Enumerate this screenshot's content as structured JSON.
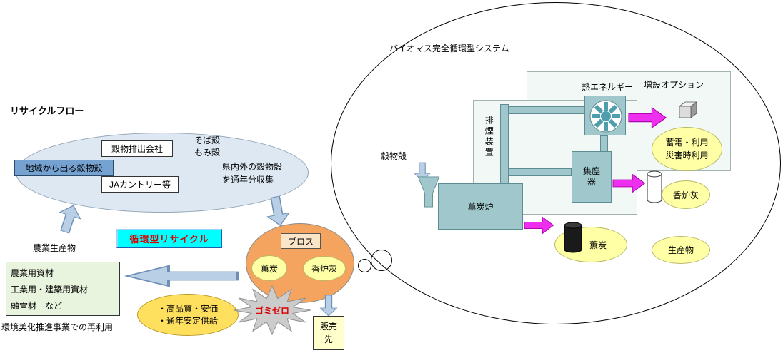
{
  "colors": {
    "flow_arrow_blue": "#b9cfe6",
    "energy_arrow_magenta": "#ee30ee",
    "machine_teal": "#a0c8cc",
    "highlight_cyan": "#00ffff",
    "highlight_red": "#d90000",
    "note_yellow": "#ffffa6",
    "gold_yellow": "#ffdf5e",
    "output_orange": "#f4a45e",
    "source_blue": "#75a2d0",
    "source_ellipse_blue": "#dde8f3",
    "materials_green": "#e9f4de"
  },
  "left": {
    "title": "リサイクルフロー",
    "source": {
      "company": "穀物排出会社",
      "husks": "そば殻\nもみ殻",
      "region": "地域から出る穀物殻",
      "ja": "JAカントリー等",
      "collect_note": "県内外の穀物殻\nを通年分収集"
    },
    "cycle_label": "循環型リサイクル",
    "agri_label": "農業生産物",
    "materials": [
      "農業用資材",
      "工業用・建築用資材",
      "融雪材　など"
    ],
    "reuse_note": "環境美化推進事業での再利用",
    "quality_note": "・高品質・安価\n・通年安定供給",
    "burst_label": "ゴミゼロ",
    "products": {
      "bros": "ブロス",
      "charcoal": "薫炭",
      "ash": "香炉灰"
    },
    "sales_label": "販売先"
  },
  "right": {
    "title": "バイオマス完全循環型システム",
    "heat_label": "熱エネルギー",
    "option_label": "増設オプション",
    "flue_label": "排煙装置",
    "input_label": "穀物殻",
    "furnace_label": "薫炭炉",
    "collector_label": "集塵器",
    "storage_note": "蓄電・利用\n災害時利用",
    "ash_label": "香炉灰",
    "charcoal_label": "薫炭",
    "products_label": "生産物"
  }
}
